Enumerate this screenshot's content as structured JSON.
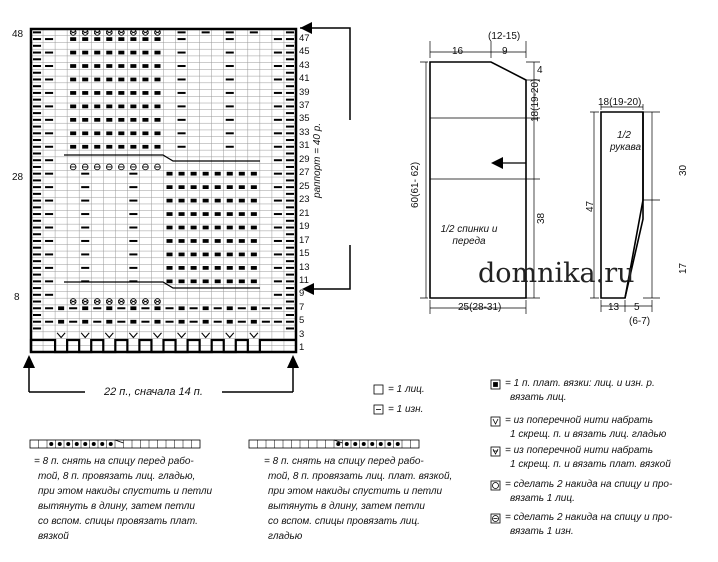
{
  "chart": {
    "row_numbers_right": [
      "47",
      "45",
      "43",
      "41",
      "39",
      "37",
      "35",
      "33",
      "31",
      "29",
      "27",
      "25",
      "23",
      "21",
      "19",
      "17",
      "15",
      "13",
      "11",
      "9",
      "7",
      "5",
      "3",
      "1"
    ],
    "row_numbers_left": [
      "48",
      "28",
      "8"
    ],
    "rapport_label": "раппорт = 40 р.",
    "bottom_label": "22 п., сначала 14 п.",
    "cols": 22,
    "rows": 48
  },
  "body_schema": {
    "title": "1/2 спинки и переда",
    "top_left": "16",
    "top_right": "9",
    "top_extra": "(12-15)",
    "right_top": "4",
    "right_mid": "18(19-20)",
    "right_low": "38",
    "left_height": "60(61- 62)",
    "bottom_width": "25(28-31)"
  },
  "sleeve_schema": {
    "title": "1/2 рукава",
    "top_width": "18(19-20)",
    "right_top": "30",
    "right_bottom": "17",
    "left_height": "47",
    "bottom_left": "13",
    "bottom_right": "5",
    "bottom_right_extra": "(6-7)"
  },
  "watermark": "domnika.ru",
  "legend": {
    "k": "= 1 лиц.",
    "p": "= 1 изн.",
    "filled": [
      "= 1 п. плат. вязки: лиц. и изн. р.",
      "вязать лиц."
    ],
    "v_knit": [
      "= из поперечной нити набрать",
      "1 скрещ. п. и вязать лиц. гладью"
    ],
    "v_rib": [
      "= из поперечной нити набрать",
      "1 скрещ. п. и вязать плат. вязкой"
    ],
    "yo_k": [
      "= сделать 2 накида на спицу и про-",
      "вязать 1 лиц."
    ],
    "yo_p": [
      "= сделать 2 накида на спицу и про-",
      "вязать 1 изн."
    ],
    "cable1": [
      "= 8 п. снять на спицу перед рабо-",
      "той, 8 п. провязать лиц. гладью,",
      "при этом накиды спустить и петли",
      "вытянуть в длину, затем петли",
      "со вспом. спицы провязать плат.",
      "вязкой"
    ],
    "cable2": [
      "= 8 п. снять на спицу перед рабо-",
      "той, 8 п. провязать лиц. плат. вязкой,",
      "при этом накиды спустить и петли",
      "вытянуть в длину, затем петли",
      "со вспом. спицы провязать лиц.",
      "гладью"
    ]
  }
}
